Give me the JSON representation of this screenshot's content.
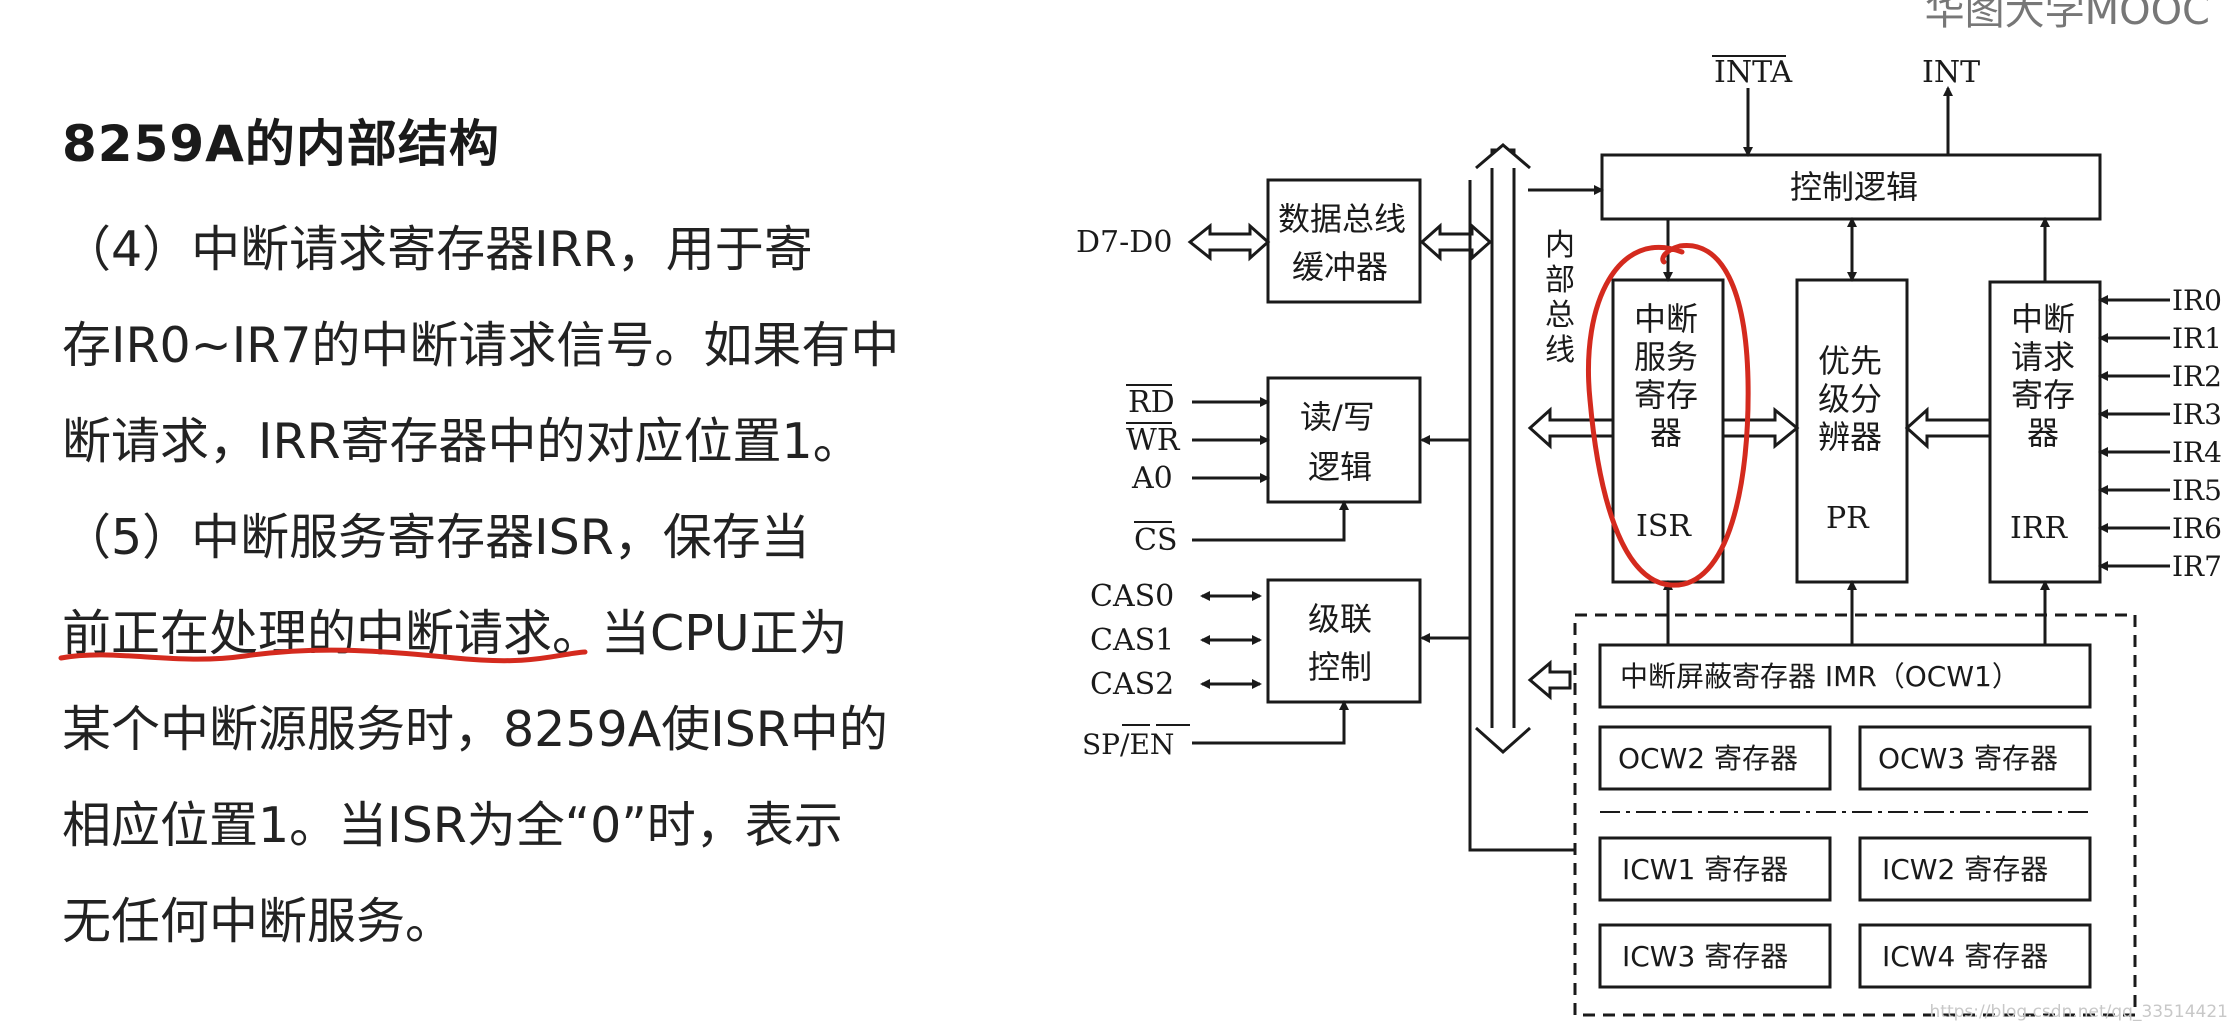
{
  "header_crop": "华图大学MOOC",
  "title": "8259A的内部结构",
  "para4": [
    "（4）中断请求寄存器IRR，用于寄",
    "存IR0~IR7的中断请求信号。如果有中",
    "断请求，IRR寄存器中的对应位置1。"
  ],
  "para5": [
    "（5）中断服务寄存器ISR，保存当",
    "前正在处理的中断请求。当CPU正为",
    "某个中断源服务时，8259A使ISR中的",
    "相应位置1。当ISR为全“0”时，表示",
    "无任何中断服务。"
  ],
  "diagram": {
    "inta": "INTA",
    "int": "INT",
    "control_logic": "控制逻辑",
    "d7d0": "D7-D0",
    "data_buffer": [
      "数据总线",
      "缓冲器"
    ],
    "internal_bus": [
      "内",
      "部",
      "总",
      "线"
    ],
    "rw_logic": [
      "读/写",
      "逻辑"
    ],
    "rd": "RD",
    "wr": "WR",
    "a0": "A0",
    "cs": "CS",
    "cascade": [
      "级联",
      "控制"
    ],
    "cas0": "CAS0",
    "cas1": "CAS1",
    "cas2": "CAS2",
    "spen": "SP/EN",
    "isr": [
      "中断",
      "服务",
      "寄存",
      "器",
      "ISR"
    ],
    "pr": [
      "优先",
      "级分",
      "辨器",
      "PR"
    ],
    "irr": [
      "中断",
      "请求",
      "寄存",
      "器",
      "IRR"
    ],
    "ir_lines": [
      "IR0",
      "IR1",
      "IR2",
      "IR3",
      "IR4",
      "IR5",
      "IR6",
      "IR7"
    ],
    "imr": "中断屏蔽寄存器 IMR（OCW1）",
    "ocw2": "OCW2 寄存器",
    "ocw3": "OCW3 寄存器",
    "icw1": "ICW1 寄存器",
    "icw2": "ICW2 寄存器",
    "icw3": "ICW3 寄存器",
    "icw4": "ICW4 寄存器"
  },
  "watermark": "https://blog.csdn.net/qq_33514421",
  "colors": {
    "annotation": "#d42a1e",
    "ink": "#1a1a1a"
  }
}
